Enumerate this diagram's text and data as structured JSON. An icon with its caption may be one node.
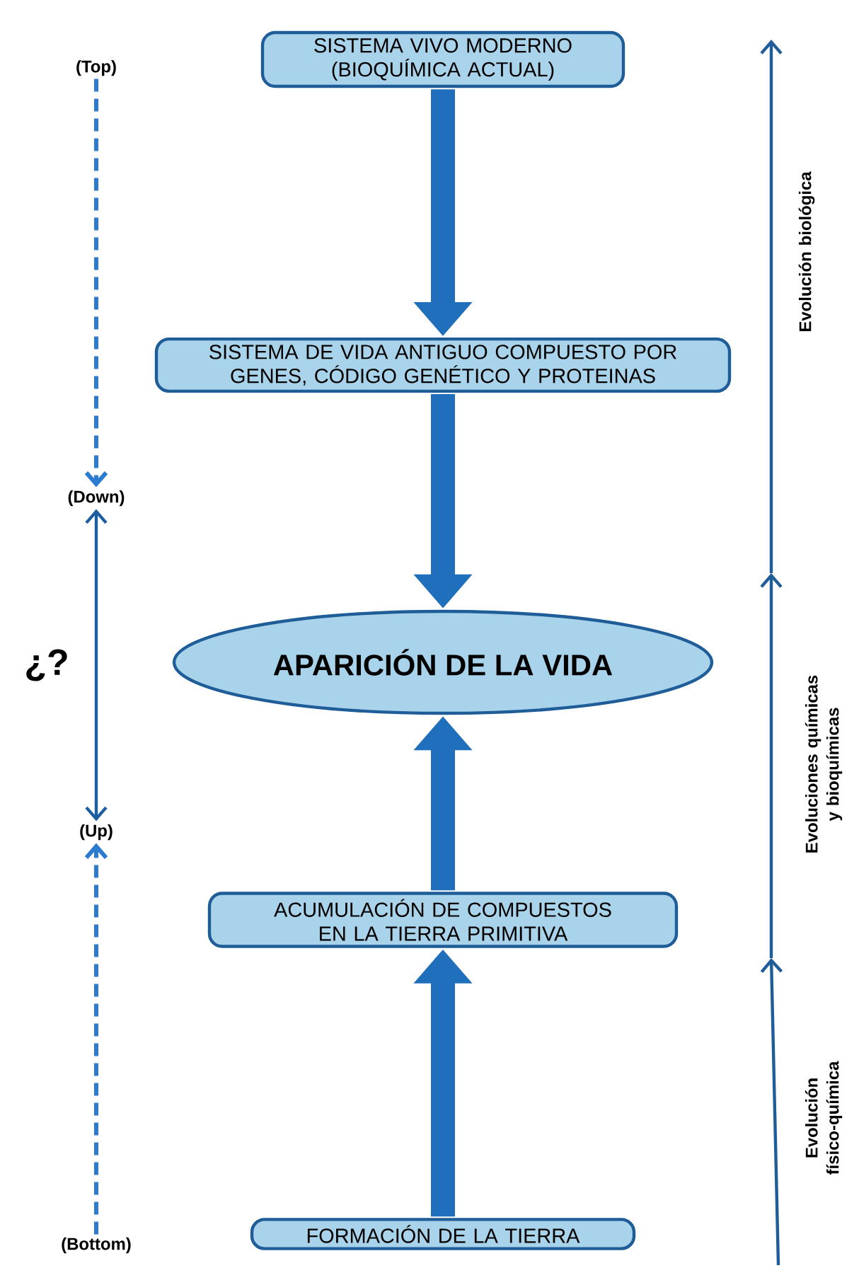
{
  "diagram": {
    "nodes": [
      {
        "text": [
          "(Top)"
        ]
      },
      {
        "text": [
          "SISTEMA VIVO MODERNO (BIOQUÍMICA ACTUAL)"
        ]
      },
      {
        "text": [
          "SISTEMA DE VIDA ANTIGUO COMPUESTO POR GENES, CÓDIGO GENÉTICO Y PROTEINAS"
        ]
      },
      {
        "text": [
          "(Down)"
        ]
      },
      {
        "text": [
          "APARICIÓN DE LA VIDA"
        ]
      },
      {
        "text": [
          "(Up)"
        ]
      },
      {
        "text": [
          "ACUMULACIÓN DE COMPUESTOS EN LA TIERRA PRIMITIVA"
        ]
      },
      {
        "text": [
          "(Bottom)"
        ]
      },
      {
        "text": [
          "FORMACIÓN DE LA TIERRA"
        ]
      }
    ],
    "edges": [
      {
        "from": 1,
        "to": 2,
        "arrow": "to"
      },
      {
        "from": 2,
        "to": 4,
        "arrow": "to"
      },
      {
        "from": 6,
        "to": 4,
        "arrow": "to"
      },
      {
        "from": 8,
        "to": 6,
        "arrow": "to"
      },
      {
        "from": 0,
        "to": 3,
        "arrow": "to",
        "style": "dashed",
        "color": "#2b7bd0"
      },
      {
        "from": 3,
        "to": 5,
        "arrow": "both",
        "color": "#1d5f9e"
      },
      {
        "from": 7,
        "to": 5,
        "arrow": "to",
        "style": "dashed",
        "color": "#2b7bd0"
      }
    ],
    "labels": [
      "¿?",
      "Evolución biológica",
      "Evoluciones químicas y bioquímicas",
      "Evolución físico-química"
    ]
  }
}
